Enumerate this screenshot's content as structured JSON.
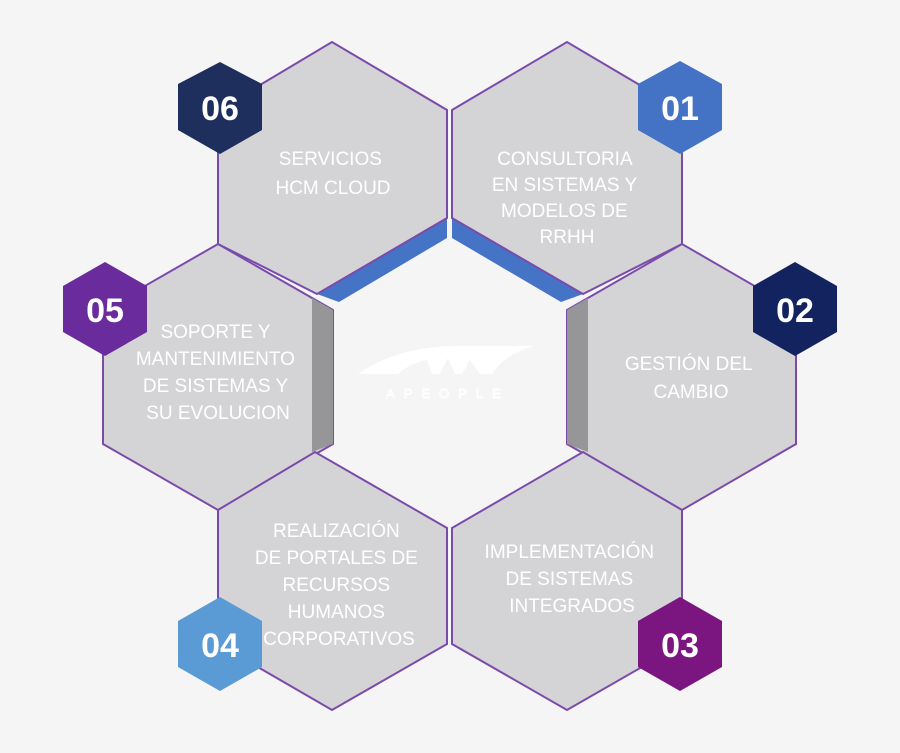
{
  "logo": {
    "text": "APEOPLE"
  },
  "items": [
    {
      "number": "01",
      "color": "#4472c4",
      "lines": [
        "CONSULTORIA",
        "EN SISTEMAS Y",
        "MODELOS DE",
        "RRHH"
      ]
    },
    {
      "number": "02",
      "color": "#12235f",
      "lines": [
        "GESTIÓN DEL",
        "CAMBIO"
      ]
    },
    {
      "number": "03",
      "color": "#7b1580",
      "lines": [
        "IMPLEMENTACIÓN",
        "DE SISTEMAS",
        "INTEGRADOS"
      ]
    },
    {
      "number": "04",
      "color": "#5b9bd5",
      "lines": [
        "REALIZACIÓN",
        "DE PORTALES DE",
        "RECURSOS",
        "HUMANOS",
        "CORPORATIVOS"
      ]
    },
    {
      "number": "05",
      "color": "#6a2c9c",
      "lines": [
        "SOPORTE Y",
        "MANTENIMIENTO",
        "DE SISTEMAS Y",
        "SU EVOLUCION"
      ]
    },
    {
      "number": "06",
      "color": "#1e2f5e",
      "lines": [
        "SERVICIOS",
        "HCM CLOUD"
      ]
    }
  ],
  "colors": {
    "hex_fill": "#d4d4d6",
    "hex_border": "#7b4bab",
    "shade_gray": "#969699",
    "band_blue": "#4574c7",
    "band_purple": "#5e3a8f"
  }
}
